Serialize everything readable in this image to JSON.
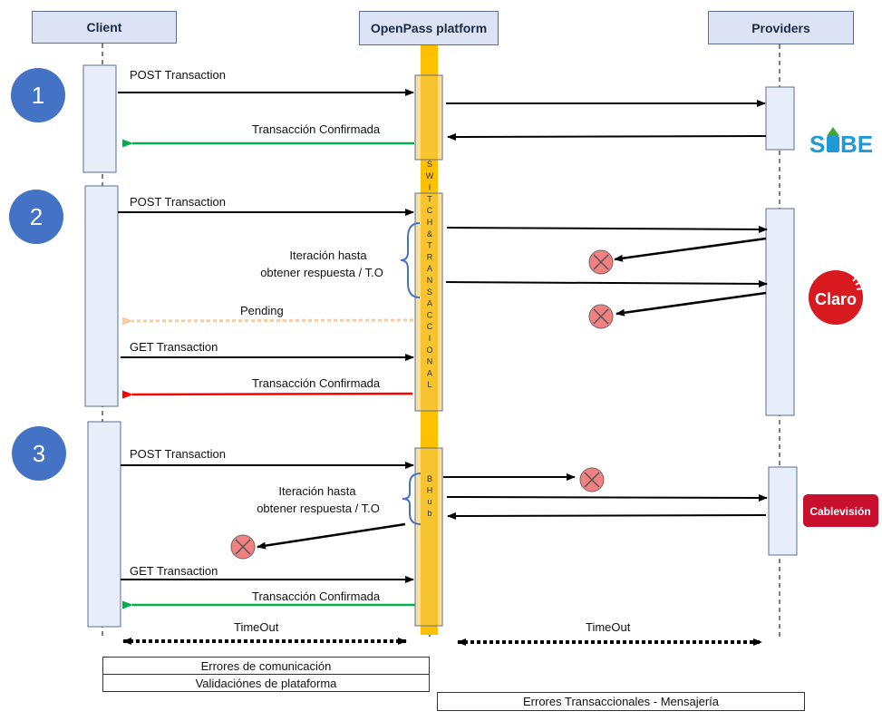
{
  "headers": {
    "client": "Client",
    "platform": "OpenPass platform",
    "providers": "Providers"
  },
  "steps": [
    "1",
    "2",
    "3"
  ],
  "switch_label": [
    "S",
    "W",
    "I",
    "T",
    "C",
    "H",
    "&",
    "T",
    "R",
    "A",
    "N",
    "S",
    "A",
    "C",
    "C",
    "I",
    "O",
    "N",
    "A",
    "L"
  ],
  "hub_label": [
    "B",
    "H",
    "u",
    "b"
  ],
  "messages": {
    "s1_post": "POST Transaction",
    "s1_confirm": "Transacción Confirmada",
    "s2_post": "POST Transaction",
    "s2_iter_line1": "Iteración hasta",
    "s2_iter_line2": "obtener respuesta / T.O",
    "s2_pending": "Pending",
    "s2_get": "GET Transaction",
    "s2_confirm": "Transacción Confirmada",
    "s3_post": "POST Transaction",
    "s3_iter_line1": "Iteración hasta",
    "s3_iter_line2": "obtener respuesta / T.O",
    "s3_get": "GET Transaction",
    "s3_confirm": "Transacción Confirmada"
  },
  "timeouts": {
    "left": "TimeOut",
    "right": "TimeOut"
  },
  "footer": {
    "comm_errors": "Errores de comunicación",
    "platform_validations": "Validaciónes de plataforma",
    "tx_errors": "Errores  Transaccionales - Mensajería"
  },
  "logos": {
    "sube": "SUBE",
    "claro": "Claro",
    "cablevision": "Cablevisión"
  },
  "colors": {
    "step_circle": "#4472c4",
    "activation": "#e8eef9",
    "switch_bar": "#ffc000",
    "confirm_green": "#00b050",
    "pending_orange": "#f8cba1",
    "confirm_red": "#ff0000",
    "error_fill": "#f28080",
    "brace_blue": "#4472c4"
  }
}
